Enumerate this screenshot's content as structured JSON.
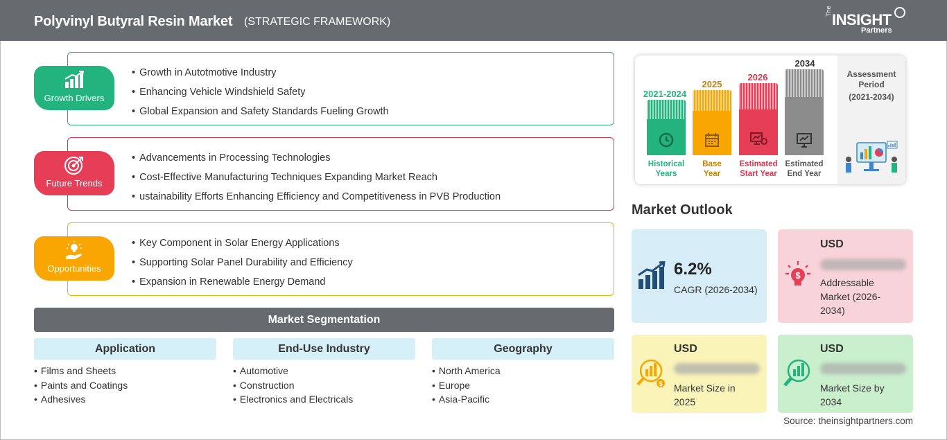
{
  "header": {
    "title": "Polyvinyl Butyral Resin Market",
    "subtitle": "(STRATEGIC FRAMEWORK)",
    "logo_the": "The",
    "logo_main": "INSIGHT",
    "logo_sub": "Partners"
  },
  "blocks": [
    {
      "label": "Growth Drivers",
      "icon": "chart-growth-icon",
      "color": "#22b37f",
      "items": [
        "Growth in Autotmotive Industry",
        "Enhancing Vehicle Windshield Safety",
        "Global Expansion and Safety Standards Fueling Growth"
      ]
    },
    {
      "label": "Future Trends",
      "icon": "target-icon",
      "color": "#e63e56",
      "items": [
        "Advancements in Processing Technologies",
        "Cost-Effective Manufacturing Techniques Expanding Market Reach",
        "ustainability Efforts Enhancing Efficiency and Competitiveness in PVB Production"
      ]
    },
    {
      "label": "Opportunities",
      "icon": "lightbulb-hand-icon",
      "color": "#f9a602",
      "items": [
        "Key Component in Solar Energy Applications",
        "Supporting Solar Panel Durability and Efficiency",
        "Expansion in Renewable Energy Demand"
      ]
    }
  ],
  "segmentation": {
    "title": "Market Segmentation",
    "columns": [
      {
        "head": "Application",
        "items": [
          "Films and Sheets",
          "Paints and Coatings",
          "Adhesives"
        ]
      },
      {
        "head": "End-Use Industry",
        "items": [
          "Automotive",
          "Construction",
          "Electronics and Electricals"
        ]
      },
      {
        "head": "Geography",
        "items": [
          "North America",
          "Europe",
          "Asia-Pacific"
        ]
      }
    ]
  },
  "timeline": {
    "bars": [
      {
        "year": "2021-2024",
        "label1": "Historical",
        "label2": "Years",
        "color": "#22b37f",
        "icon": "history-icon"
      },
      {
        "year": "2025",
        "label1": "Base",
        "label2": "Year",
        "color": "#f9a602",
        "icon": "calendar-icon"
      },
      {
        "year": "2026",
        "label1": "Estimated",
        "label2": "Start Year",
        "color": "#e63e56",
        "icon": "monitor-chart-icon"
      },
      {
        "year": "2034",
        "label1": "Estimated",
        "label2": "End Year",
        "color": "#8c8c8c",
        "icon": "presentation-icon"
      }
    ],
    "assessment_line1": "Assessment",
    "assessment_line2": "Period",
    "assessment_period": "(2021-2034)"
  },
  "outlook": {
    "title": "Market Outlook",
    "cagr_value": "6.2%",
    "cagr_label": "CAGR (2026-2034)",
    "addressable_usd": "USD",
    "addressable_label1": "Addressable",
    "addressable_label2": "Market (2026-",
    "addressable_label3": "2034)",
    "size2025_usd": "USD",
    "size2025_label1": "Market Size in",
    "size2025_label2": "2025",
    "size2034_usd": "USD",
    "size2034_label1": "Market Size by",
    "size2034_label2": "2034"
  },
  "source": "Source: theinsightpartners.com"
}
